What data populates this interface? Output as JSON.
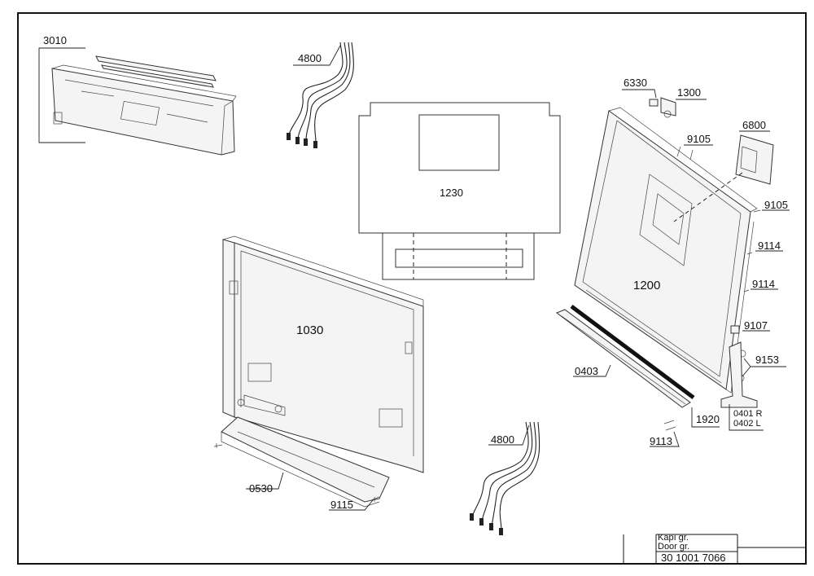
{
  "labels": {
    "p3010": "3010",
    "p4800_top": "4800",
    "p1230": "1230",
    "p1030": "1030",
    "p0530": "0530",
    "p9115": "9115",
    "p4800_bottom": "4800",
    "p6330": "6330",
    "p1300": "1300",
    "p6800": "6800",
    "p9105_a": "9105",
    "p9105_b": "9105",
    "p1200": "1200",
    "p9114_a": "9114",
    "p9114_b": "9114",
    "p9107": "9107",
    "p9153": "9153",
    "p0403": "0403",
    "p1920": "1920",
    "p9113": "9113",
    "p0401": "0401 R",
    "p0402": "0402 L"
  },
  "title_block": {
    "line1": "Kapı gr.",
    "line2": "Door gr.",
    "part_number": "30 1001 7066"
  }
}
